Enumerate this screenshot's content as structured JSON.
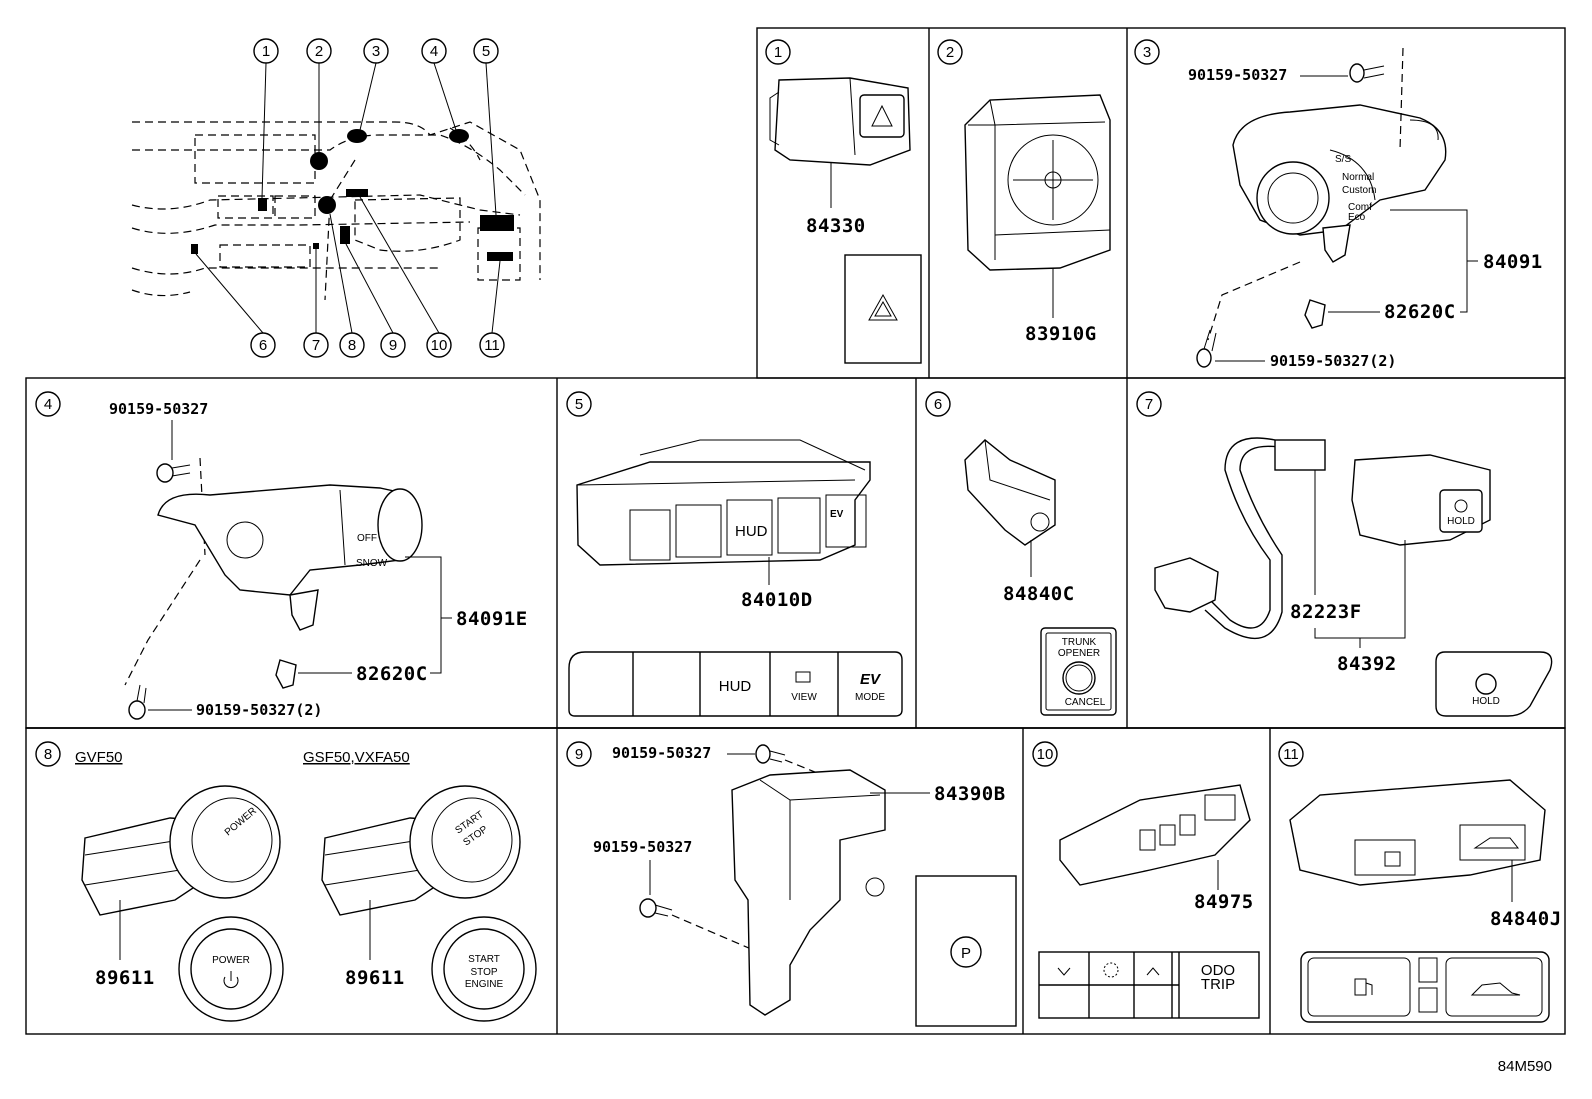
{
  "diagram_ref": "84M590",
  "overview_labels": [
    "1",
    "2",
    "3",
    "4",
    "5",
    "6",
    "7",
    "8",
    "9",
    "10",
    "11"
  ],
  "panels": {
    "p1": {
      "index": "1",
      "part": "84330"
    },
    "p2": {
      "index": "2",
      "part": "83910G"
    },
    "p3": {
      "index": "3",
      "bolt_top": "90159-50327",
      "bolt_bottom": "90159-50327(2)",
      "part_a": "84091",
      "part_b": "82620C",
      "mode_labels": [
        "S/S",
        "Normal",
        "Custom",
        "Comf",
        "Eco"
      ]
    },
    "p4": {
      "index": "4",
      "bolt_top": "90159-50327",
      "bolt_bottom": "90159-50327(2)",
      "part_a": "84091E",
      "part_b": "82620C",
      "btn_labels": [
        "OFF",
        "SNOW"
      ]
    },
    "p5": {
      "index": "5",
      "part": "84010D",
      "btn_labels": {
        "hud": "HUD",
        "view": "VIEW",
        "ev": "EV",
        "mode": "MODE"
      }
    },
    "p6": {
      "index": "6",
      "part": "84840C",
      "btn_labels": {
        "line1": "TRUNK",
        "line2": "OPENER",
        "cancel": "CANCEL"
      }
    },
    "p7": {
      "index": "7",
      "part_a": "82223F",
      "part_b": "84392",
      "btn_label": "HOLD"
    },
    "p8": {
      "index": "8",
      "model_a": "GVF50",
      "model_b": "GSF50,VXFA50",
      "part_a": "89611",
      "part_b": "89611",
      "btn_a": "POWER",
      "btn_b_1": "START",
      "btn_b_2": "STOP",
      "btn_b_3": "ENGINE"
    },
    "p9": {
      "index": "9",
      "bolt_a": "90159-50327",
      "bolt_b": "90159-50327",
      "part": "84390B",
      "btn_label": "P"
    },
    "p10": {
      "index": "10",
      "part": "84975",
      "odo_1": "ODO",
      "odo_2": "TRIP"
    },
    "p11": {
      "index": "11",
      "part": "84840J"
    }
  }
}
